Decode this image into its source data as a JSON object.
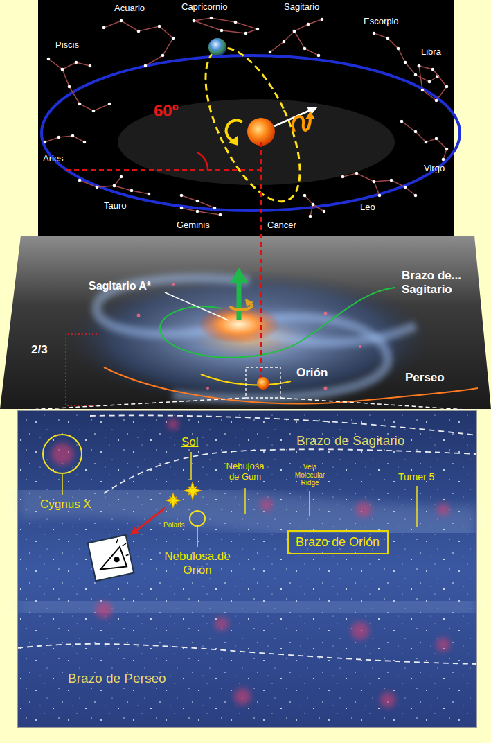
{
  "diagram": {
    "nodes": [
      {
        "text": [
          "Brazo de Orión"
        ]
      }
    ],
    "labels": [
      "Acuario",
      "Capricornio",
      "Sagitario",
      "Escorpio",
      "Libra",
      "Piscis",
      "Aries",
      "Virgo",
      "Tauro",
      "Geminis",
      "Cancer",
      "Leo",
      "60º",
      "Sagitario A*",
      "Brazo de... Sagitario",
      "2/3",
      "Orión",
      "Perseo",
      "Brazo de Sagitario",
      "Cygnus X",
      "Sol",
      "Nebulosa de Gum",
      "Vela Molecular Ridge",
      "Turner 5",
      "Polaris",
      "Nebulosa de Orión",
      "Brazo de Perseo"
    ]
  }
}
